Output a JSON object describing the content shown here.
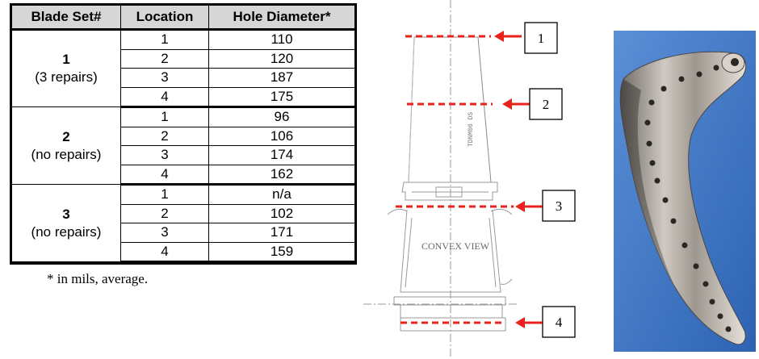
{
  "table": {
    "headers": [
      "Blade Set#",
      "Location",
      "Hole Diameter*"
    ],
    "sets": [
      {
        "number": "1",
        "note": "(3 repairs)",
        "rows": [
          {
            "loc": "1",
            "dia": "110"
          },
          {
            "loc": "2",
            "dia": "120"
          },
          {
            "loc": "3",
            "dia": "187"
          },
          {
            "loc": "4",
            "dia": "175"
          }
        ]
      },
      {
        "number": "2",
        "note": "(no repairs)",
        "rows": [
          {
            "loc": "1",
            "dia": "96"
          },
          {
            "loc": "2",
            "dia": "106"
          },
          {
            "loc": "3",
            "dia": "174"
          },
          {
            "loc": "4",
            "dia": "162"
          }
        ]
      },
      {
        "number": "3",
        "note": "(no repairs)",
        "rows": [
          {
            "loc": "1",
            "dia": "n/a"
          },
          {
            "loc": "2",
            "dia": "102"
          },
          {
            "loc": "3",
            "dia": "171"
          },
          {
            "loc": "4",
            "dia": "159"
          }
        ]
      }
    ],
    "footnote": "* in mils, average."
  },
  "drawing": {
    "view_label": "CONVEX VIEW",
    "part_number": "TDNM00 DS",
    "callouts": [
      "1",
      "2",
      "3",
      "4"
    ],
    "marker_color": "#e8231c"
  }
}
